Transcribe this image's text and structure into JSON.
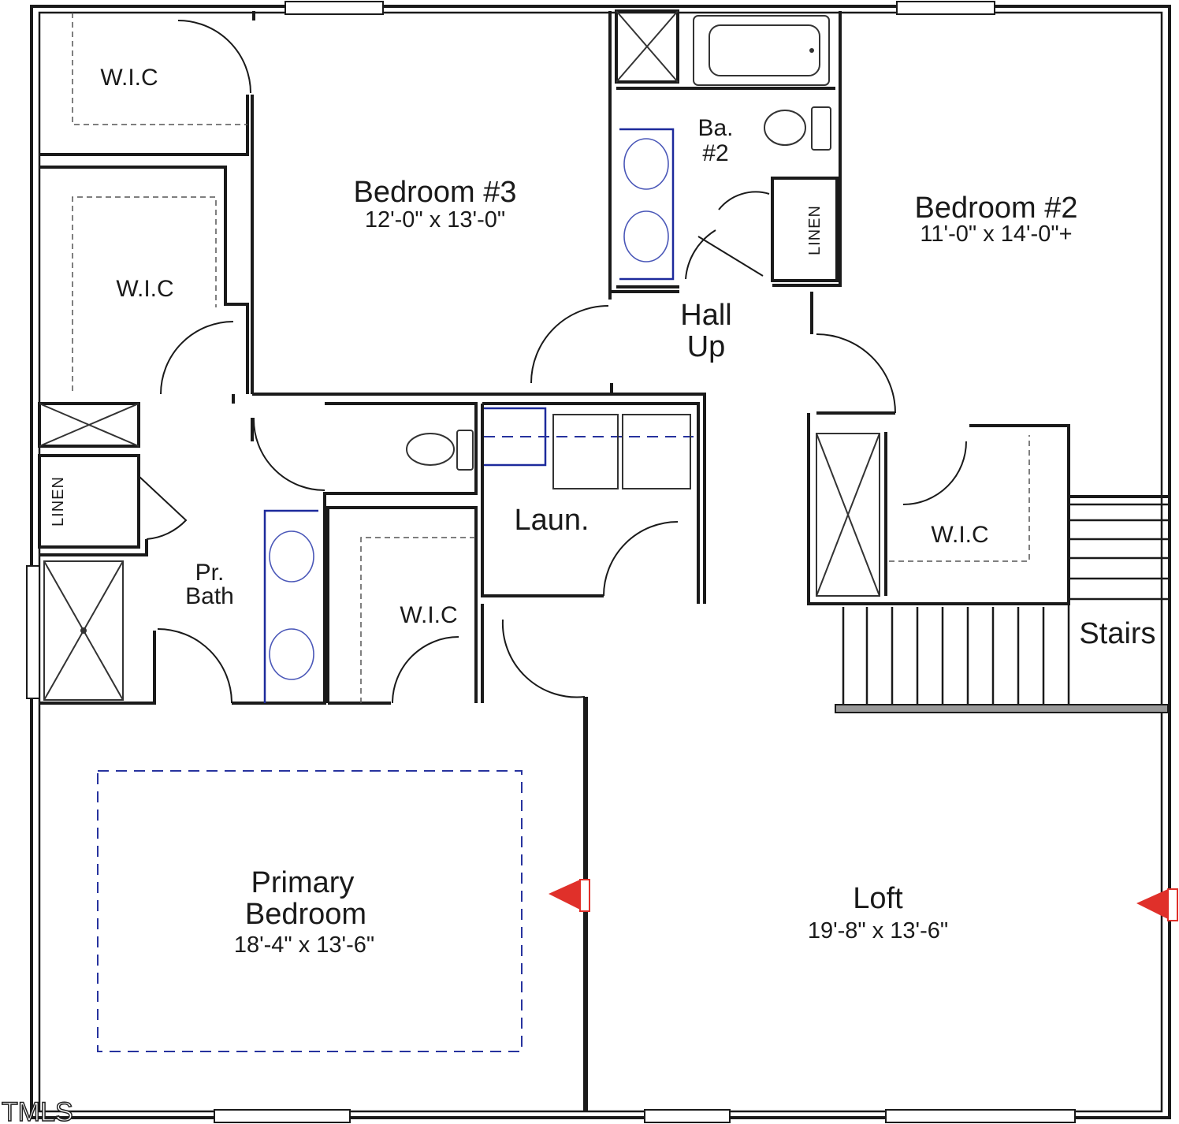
{
  "rooms": {
    "wic_top_left": "W.I.C",
    "wic_mid_left": "W.I.C",
    "wic_center": "W.I.C",
    "wic_right": "W.I.C",
    "bedroom3": {
      "name": "Bedroom #3",
      "dims": "12'-0\" x 13'-0\""
    },
    "bedroom2": {
      "name": "Bedroom #2",
      "dims": "11'-0\" x 14'-0\"+"
    },
    "bath2": {
      "line1": "Ba.",
      "line2": "#2"
    },
    "linen_top": "LINEN",
    "linen_left": "LINEN",
    "hall": {
      "line1": "Hall",
      "line2": "Up"
    },
    "laundry": "Laun.",
    "primary_bath": {
      "line1": "Pr.",
      "line2": "Bath"
    },
    "stairs": "Stairs",
    "primary_bedroom": {
      "line1": "Primary",
      "line2": "Bedroom",
      "dims": "18'-4\" x 13'-6\""
    },
    "loft": {
      "name": "Loft",
      "dims": "19'-8\" x 13'-6\""
    }
  },
  "watermark": "TMLS",
  "colors": {
    "wall": "#1a1a1a",
    "fixture_blue": "#1d2a9c",
    "marker_red": "#e0302a"
  }
}
